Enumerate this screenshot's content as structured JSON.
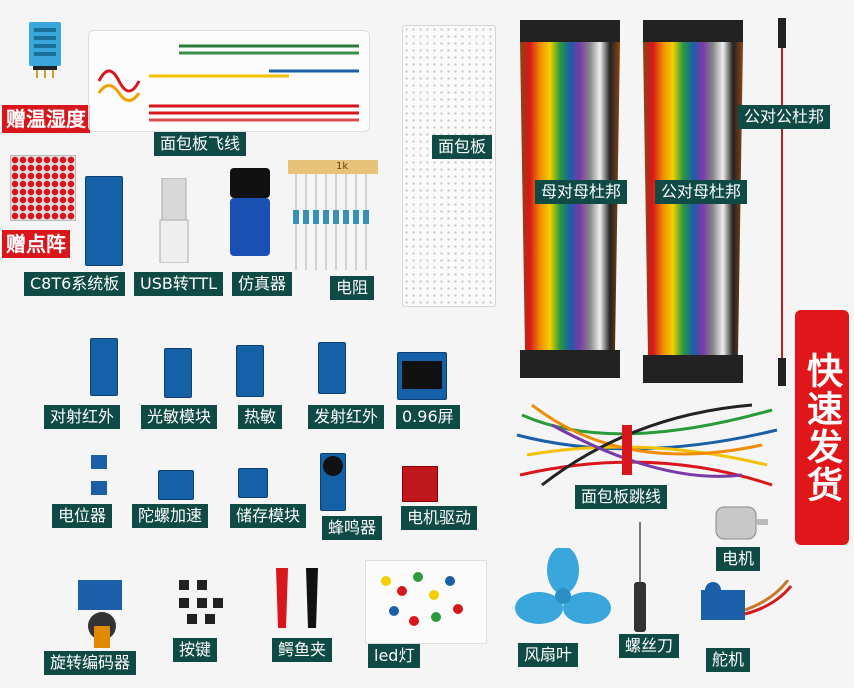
{
  "labels": {
    "humidity_gift": "赠温湿度",
    "breadboard_wire": "面包板飞线",
    "breadboard": "面包板",
    "male_male": "公对公杜邦",
    "female_female": "母对母杜邦",
    "male_female": "公对母杜邦",
    "dot_matrix_gift": "赠点阵",
    "c8t6": "C8T6系统板",
    "usb_ttl": "USB转TTL",
    "emulator": "仿真器",
    "resistor": "电阻",
    "ir_pair": "对射红外",
    "photo": "光敏模块",
    "thermal": "热敏",
    "ir_emit": "发射红外",
    "oled": "0.96屏",
    "potentiometer": "电位器",
    "gyro": "陀螺加速",
    "storage": "储存模块",
    "buzzer": "蜂鸣器",
    "motor_driver": "电机驱动",
    "jumper": "面包板跳线",
    "motor": "电机",
    "encoder": "旋转编码器",
    "button": "按键",
    "clip": "鳄鱼夹",
    "led": "led灯",
    "fan": "风扇叶",
    "screwdriver": "螺丝刀",
    "servo": "舵机",
    "fast_ship": "快速发货",
    "resistor_mark": "1k"
  },
  "colors": {
    "label_bg": "#0f4a44",
    "gift_red": "#d9161c",
    "board_blue": "#1561a8",
    "fan_blue": "#3aa7dc"
  }
}
